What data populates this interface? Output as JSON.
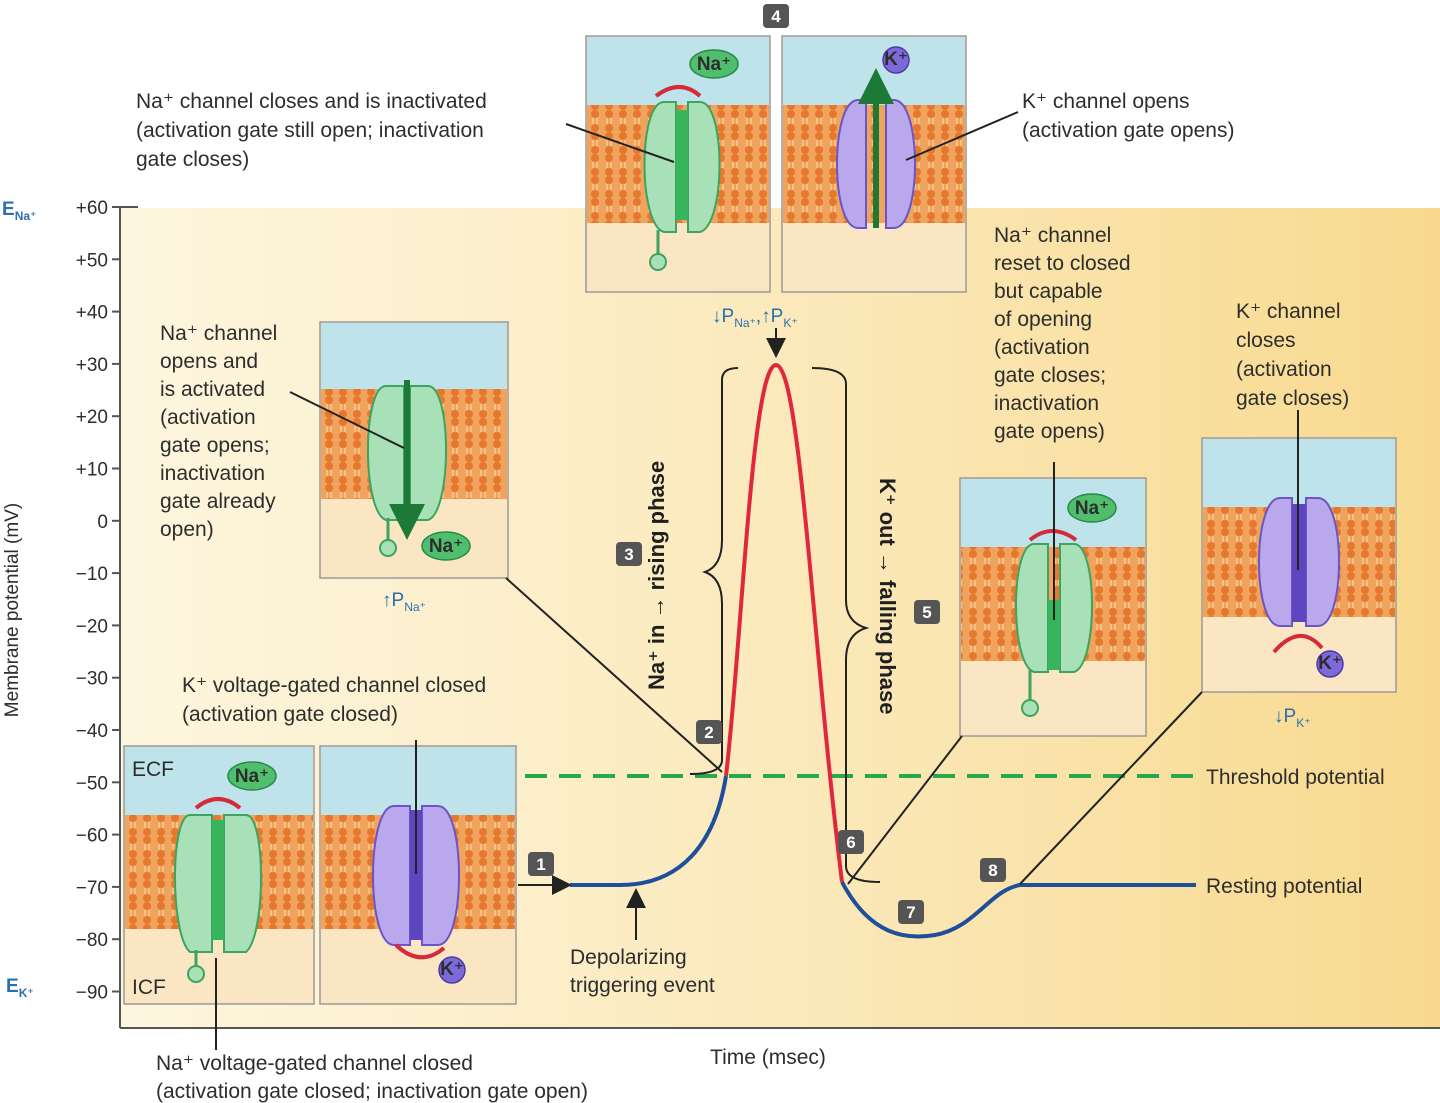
{
  "axis": {
    "ylabel": "Membrane potential (mV)",
    "xlabel": "Time (msec)",
    "ticks": [
      "+60",
      "+50",
      "+40",
      "+30",
      "+20",
      "+10",
      "0",
      "−10",
      "−20",
      "−30",
      "−40",
      "−50",
      "−60",
      "−70",
      "−80",
      "−90"
    ],
    "e_na": "E",
    "e_na_sub": "Na⁺",
    "e_k": "E",
    "e_k_sub": "K⁺"
  },
  "curve": {
    "threshold_mv": -50,
    "resting_mv": -70,
    "peak_mv": 30,
    "undershoot_mv": -80
  },
  "labels": {
    "threshold": "Threshold potential",
    "resting": "Resting potential",
    "depol_1": "Depolarizing",
    "depol_2": "triggering event",
    "rising": "Na⁺ in → rising phase",
    "falling": "K⁺ out → falling phase",
    "ecf": "ECF",
    "icf": "ICF",
    "na_ion": "Na⁺",
    "k_ion": "K⁺",
    "p_na_up": "↑P",
    "p_na_sub": "Na⁺",
    "p_k_down": "↓P",
    "p_k_sub": "K⁺",
    "peak_p_1": "↓P",
    "peak_p_1_sub": "Na⁺",
    "peak_p_sep": ",",
    "peak_p_2": "↑P",
    "peak_p_2_sub": "K⁺"
  },
  "steps": [
    "1",
    "2",
    "3",
    "4",
    "5",
    "6",
    "7",
    "8"
  ],
  "callouts": {
    "na_inactivated": [
      "Na⁺ channel closes and is inactivated",
      "(activation gate still open; inactivation",
      "gate closes)"
    ],
    "k_opens": [
      "K⁺ channel opens",
      "(activation gate opens)"
    ],
    "na_opens": [
      "Na⁺ channel",
      "opens and",
      "is activated",
      "(activation",
      "gate opens;",
      "inactivation",
      "gate already",
      "open)"
    ],
    "na_reset": [
      "Na⁺ channel",
      "reset to closed",
      "but capable",
      "of opening",
      "(activation",
      "gate closes;",
      "inactivation",
      "gate opens)"
    ],
    "k_closes": [
      "K⁺ channel",
      "closes",
      "(activation",
      "gate closes)"
    ],
    "k_closed": [
      "K⁺ voltage-gated channel closed",
      "(activation gate closed)"
    ],
    "na_closed": [
      "Na⁺ voltage-gated channel closed",
      "(activation gate closed; inactivation gate open)"
    ]
  }
}
